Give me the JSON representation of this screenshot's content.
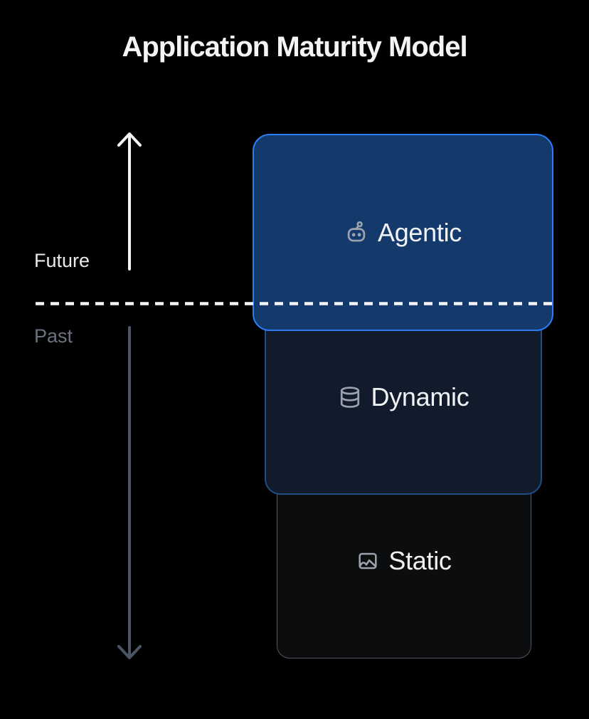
{
  "title": "Application Maturity Model",
  "axis": {
    "future_label": "Future",
    "past_label": "Past"
  },
  "levels": [
    {
      "label": "Agentic",
      "icon": "robot-icon",
      "fill": "#14396b",
      "border": "#2b7cf5",
      "text_color": "#f1f2f4"
    },
    {
      "label": "Dynamic",
      "icon": "database-icon",
      "fill": "#111b2c",
      "border": "#1f4e86",
      "text_color": "#f1f2f4"
    },
    {
      "label": "Static",
      "icon": "image-icon",
      "fill": "#0c0d0f",
      "border": "#4f555e",
      "text_color": "#f1f2f4"
    }
  ],
  "colors": {
    "background": "#000000",
    "accent_blue": "#2b7cf5",
    "icon_gray": "#9ca3af",
    "future_text": "#e8eaed",
    "past_text": "#6b7280",
    "up_arrow": "#f3f4f6",
    "down_arrow": "#4b5563",
    "dashed_line": "#f3f4f6"
  }
}
